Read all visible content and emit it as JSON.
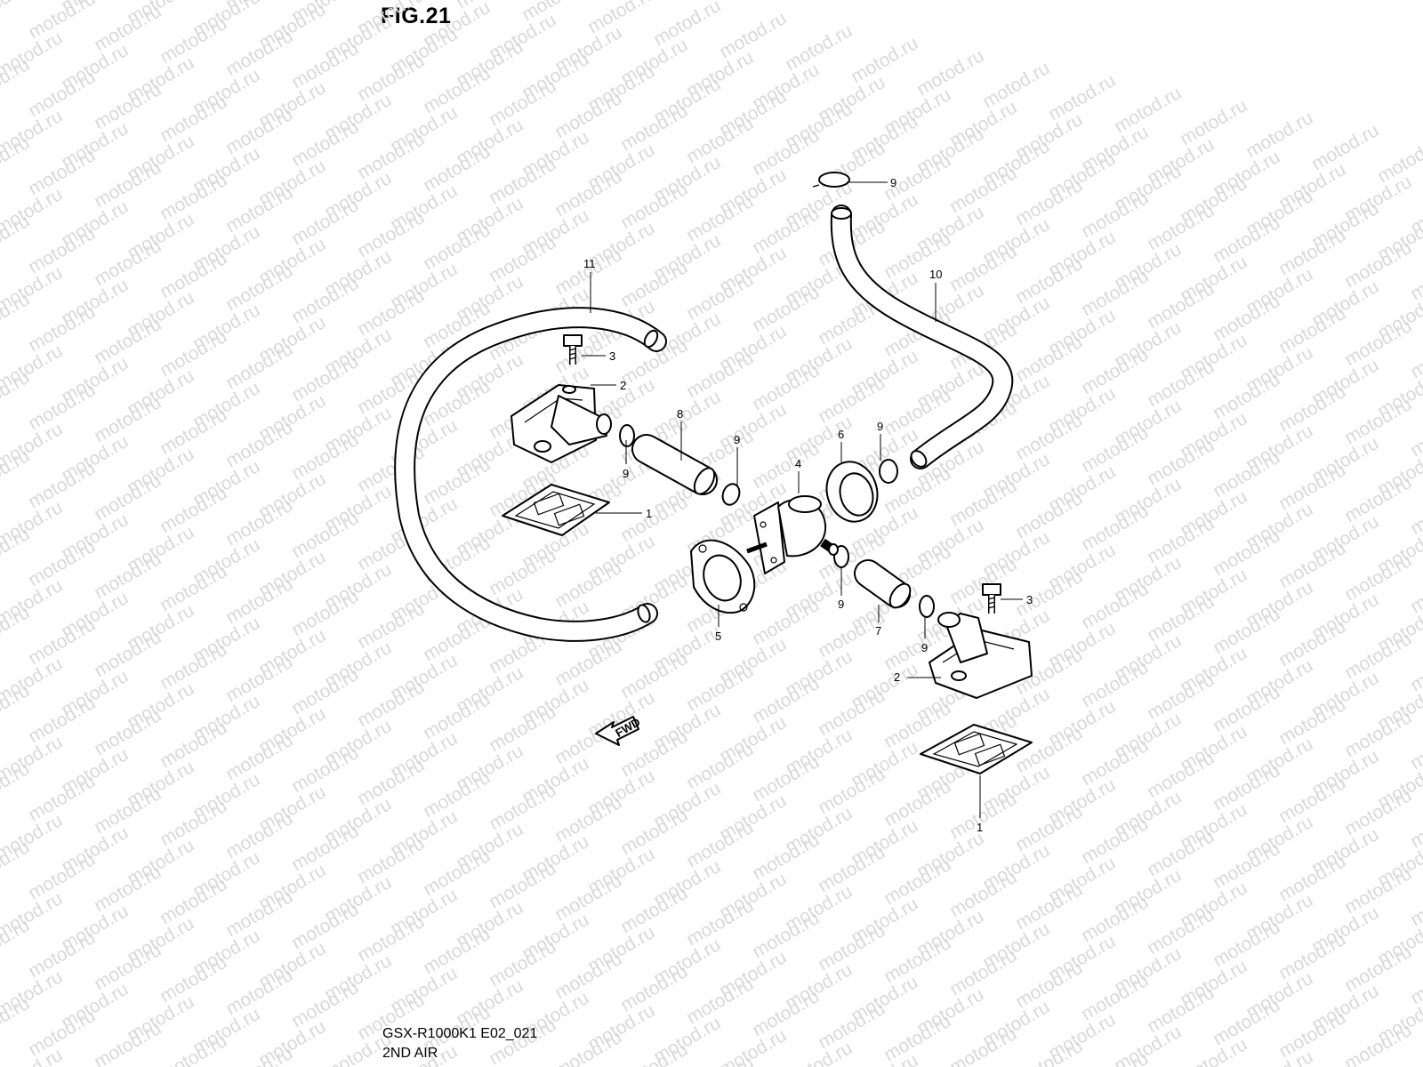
{
  "figure": {
    "title": "FIG.21",
    "model_code": "GSX-R1000K1 E02_021",
    "section_name": "2ND AIR"
  },
  "watermark": {
    "text": "motod.ru"
  },
  "fwd_marker": {
    "text": "FWD"
  },
  "callouts": [
    {
      "id": "c11",
      "label": "11"
    },
    {
      "id": "c3a",
      "label": "3"
    },
    {
      "id": "c2a",
      "label": "2"
    },
    {
      "id": "c9a",
      "label": "9"
    },
    {
      "id": "c8",
      "label": "8"
    },
    {
      "id": "c9b",
      "label": "9"
    },
    {
      "id": "c1a",
      "label": "1"
    },
    {
      "id": "c4",
      "label": "4"
    },
    {
      "id": "c6",
      "label": "6"
    },
    {
      "id": "c9c",
      "label": "9"
    },
    {
      "id": "c10",
      "label": "10"
    },
    {
      "id": "c9d",
      "label": "9"
    },
    {
      "id": "c5",
      "label": "5"
    },
    {
      "id": "c9e",
      "label": "9"
    },
    {
      "id": "c7",
      "label": "7"
    },
    {
      "id": "c9f",
      "label": "9"
    },
    {
      "id": "c3b",
      "label": "3"
    },
    {
      "id": "c2b",
      "label": "2"
    },
    {
      "id": "c1b",
      "label": "1"
    }
  ],
  "colors": {
    "ink": "#000000",
    "watermark": "#d9d9d9",
    "paper": "#ffffff"
  }
}
